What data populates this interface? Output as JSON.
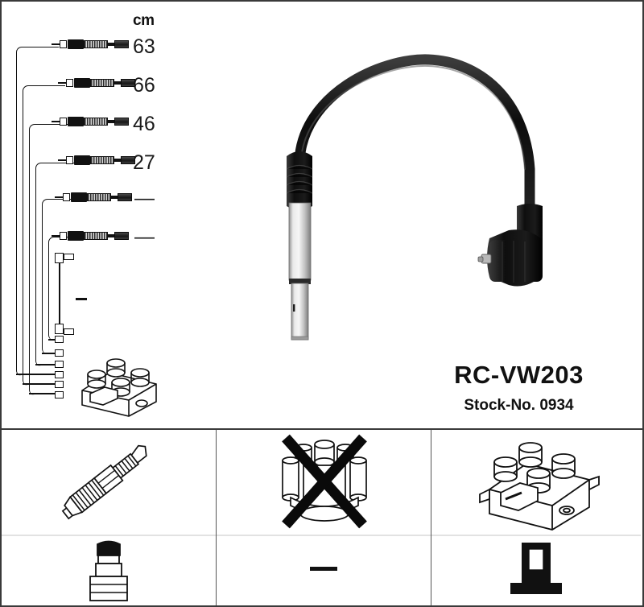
{
  "product": {
    "title": "RC-VW203",
    "stock_label": "Stock-No. 0934"
  },
  "measurements": {
    "unit_header": "cm",
    "rows": [
      {
        "index": 1,
        "length": "63"
      },
      {
        "index": 2,
        "length": "66"
      },
      {
        "index": 3,
        "length": "46"
      },
      {
        "index": 4,
        "length": "27"
      },
      {
        "index": 5,
        "length": "—"
      },
      {
        "index": 6,
        "length": "—"
      }
    ]
  },
  "harness": {
    "lead_count": 6,
    "extra_jumper_marker": "—",
    "coil_terminal_count": 6,
    "component_name": "ignition-coil-pack"
  },
  "hero": {
    "component_name": "ignition-cable",
    "left_end": "straight-metal-shielded-plug-connector",
    "right_end": "right-angle-rubber-boot-connector",
    "cable_color": "#111111",
    "shield_color": "#c9c9c9"
  },
  "panels": [
    {
      "id": "spark-plug",
      "top_icon": "spark-plug-icon",
      "bottom_icon": "plug-connector-boot-icon",
      "bottom_marker": ""
    },
    {
      "id": "distributor-cap",
      "top_icon": "distributor-cap-icon-crossed-out",
      "crossed_out": true,
      "bottom_icon": "",
      "bottom_marker": "—"
    },
    {
      "id": "ignition-coil",
      "top_icon": "ignition-coil-pack-icon",
      "bottom_icon": "coil-terminal-icon",
      "bottom_marker": ""
    }
  ],
  "colors": {
    "border": "#3a3a3a",
    "ink": "#111111",
    "background": "#ffffff",
    "divider": "#e2e2e2"
  }
}
